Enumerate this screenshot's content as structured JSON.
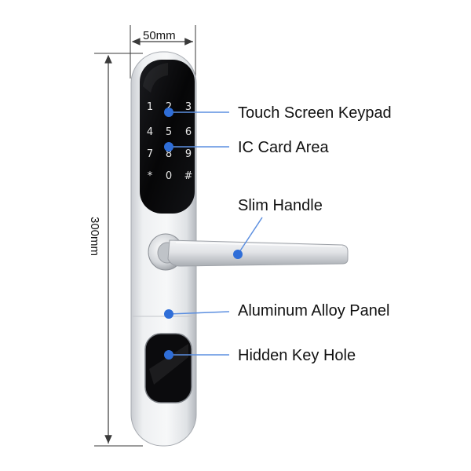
{
  "dimensions": {
    "width": "50mm",
    "height": "300mm"
  },
  "keypad": {
    "keys": [
      "1",
      "2",
      "3",
      "4",
      "5",
      "6",
      "7",
      "8",
      "9",
      "*",
      "0",
      "#"
    ]
  },
  "callouts": [
    {
      "id": "touch-screen-keypad",
      "label": "Touch Screen Keypad"
    },
    {
      "id": "ic-card-area",
      "label": "IC Card Area"
    },
    {
      "id": "slim-handle",
      "label": "Slim Handle"
    },
    {
      "id": "aluminum-alloy-panel",
      "label": "Aluminum Alloy Panel"
    },
    {
      "id": "hidden-key-hole",
      "label": "Hidden Key Hole"
    }
  ],
  "colors": {
    "dimension_line": "#3a3a3a",
    "panel_light": "#f2f3f5",
    "panel_dark": "#b8bcc2",
    "screen": "#0a0a0c",
    "key_text": "#e8e8e8",
    "callout_dot": "#2f6ed8",
    "callout_line": "#5c8fe0"
  }
}
